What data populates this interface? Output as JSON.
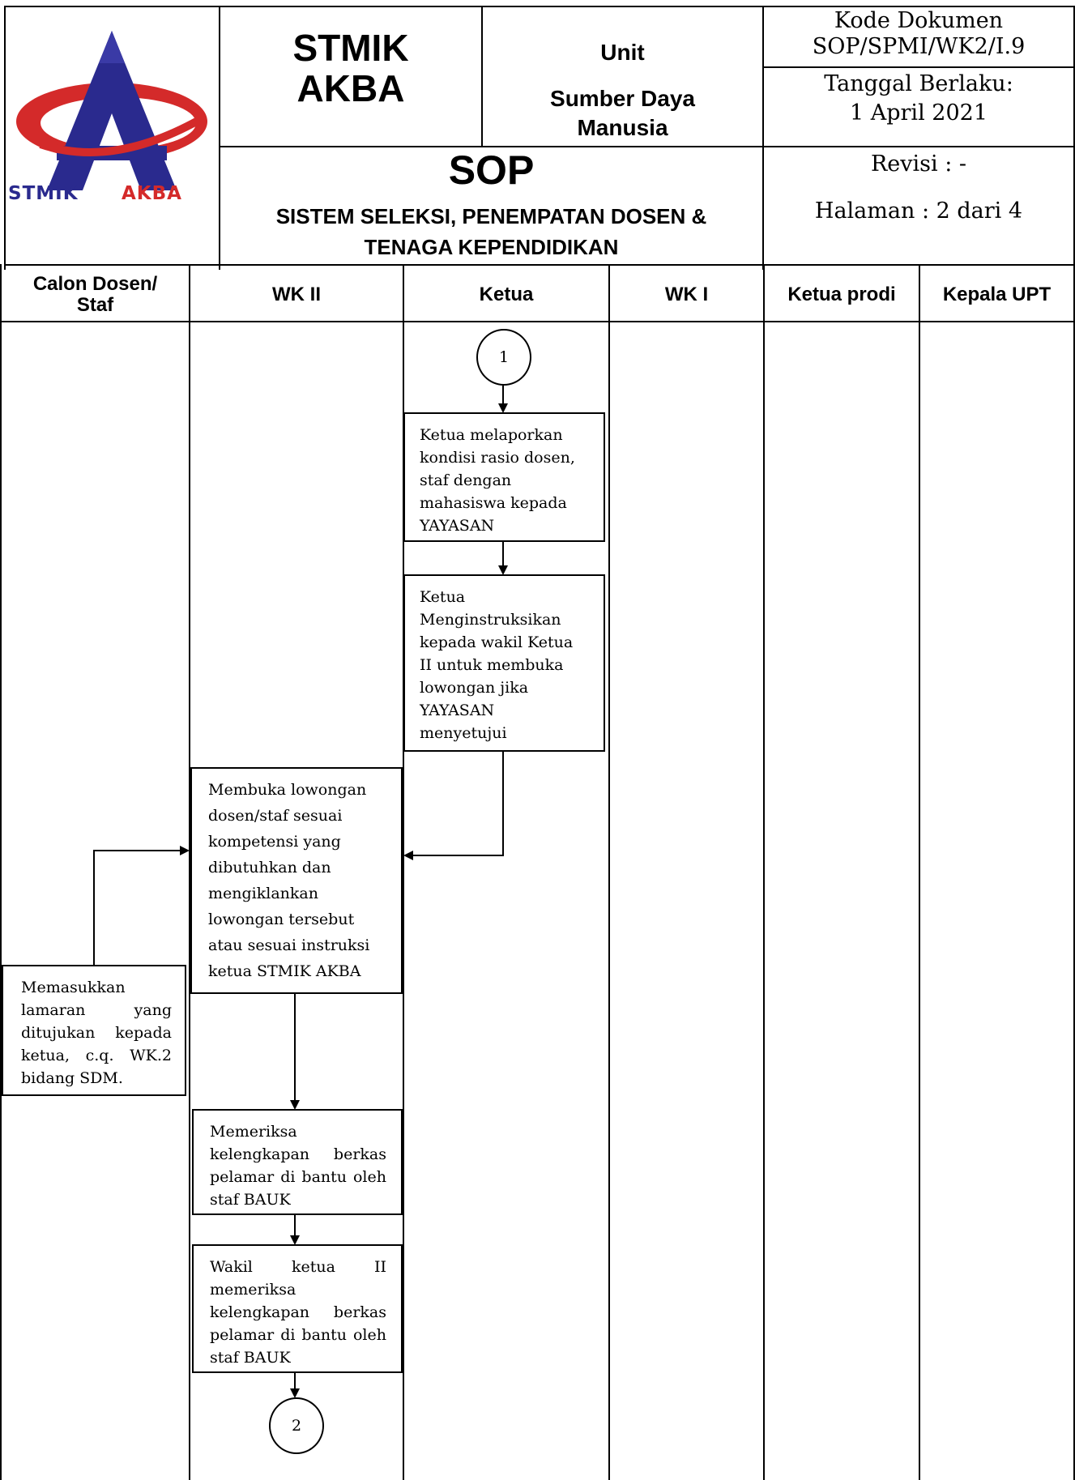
{
  "header": {
    "logo": {
      "brand_text": "STMIK AKBA",
      "colors": {
        "blue": "#2a2a8e",
        "red": "#d42a2a"
      }
    },
    "institution": {
      "line1": "STMIK",
      "line2": "AKBA"
    },
    "unit": {
      "label": "Unit",
      "name_line1": "Sumber Daya",
      "name_line2": "Manusia"
    },
    "doc_code": {
      "label": "Kode Dokumen",
      "value": "SOP/SPMI/WK2/I.9"
    },
    "effective_date": {
      "label": "Tanggal Berlaku:",
      "value": "1 April 2021"
    },
    "sop_title": "SOP",
    "sop_subtitle_line1": "SISTEM SELEKSI, PENEMPATAN DOSEN &",
    "sop_subtitle_line2": "TENAGA KEPENDIDIKAN",
    "revision": "Revisi : -",
    "page": "Halaman : 2 dari 4"
  },
  "lanes": [
    {
      "line1": "Calon Dosen/",
      "line2": "Staf"
    },
    {
      "line1": "WK II",
      "line2": ""
    },
    {
      "line1": "Ketua",
      "line2": ""
    },
    {
      "line1": "WK I",
      "line2": ""
    },
    {
      "line1": "Ketua prodi",
      "line2": ""
    },
    {
      "line1": "Kepala UPT",
      "line2": ""
    }
  ],
  "flow": {
    "connector_start": "1",
    "connector_end": "2",
    "steps": [
      {
        "lines": [
          "Ketua melaporkan",
          "kondisi rasio dosen,",
          "staf dengan",
          "mahasiswa kepada",
          "YAYASAN"
        ]
      },
      {
        "lines": [
          "Ketua",
          "Menginstruksikan",
          "kepada wakil Ketua",
          "II untuk membuka",
          "lowongan jika",
          "YAYASAN",
          "menyetujui"
        ]
      },
      {
        "lines": [
          "Membuka lowongan",
          "dosen/staf sesuai",
          "kompetensi yang",
          "dibutuhkan dan",
          "mengiklankan",
          "lowongan tersebut",
          "atau sesuai instruksi",
          "ketua STMIK AKBA"
        ]
      },
      {
        "text": "Memasukkan lamaran yang ditujukan kepada ketua, c.q. WK.2 bidang SDM."
      },
      {
        "text": "Memeriksa kelengkapan berkas pelamar di bantu oleh staf BAUK"
      },
      {
        "text": "Wakil ketua II memeriksa kelengkapan berkas pelamar di bantu oleh staf BAUK"
      }
    ]
  }
}
